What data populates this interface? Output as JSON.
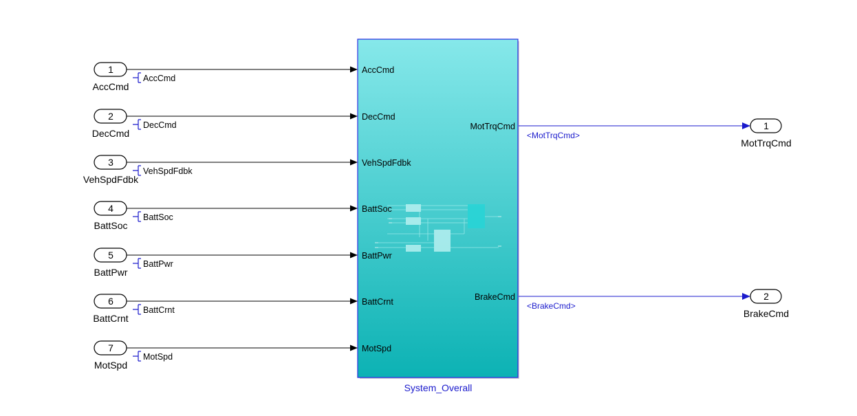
{
  "diagram": {
    "subsystem": {
      "name": "System_Overall",
      "fill_top": "#86e8ea",
      "fill_bottom": "#0cb2b4",
      "border": "#2a2ae0"
    },
    "inports": [
      {
        "number": "1",
        "name": "AccCmd",
        "signal": "AccCmd",
        "block_port": "AccCmd"
      },
      {
        "number": "2",
        "name": "DecCmd",
        "signal": "DecCmd",
        "block_port": "DecCmd"
      },
      {
        "number": "3",
        "name": "VehSpdFdbk",
        "signal": "VehSpdFdbk",
        "block_port": "VehSpdFdbk"
      },
      {
        "number": "4",
        "name": "BattSoc",
        "signal": "BattSoc",
        "block_port": "BattSoc"
      },
      {
        "number": "5",
        "name": "BattPwr",
        "signal": "BattPwr",
        "block_port": "BattPwr"
      },
      {
        "number": "6",
        "name": "BattCrnt",
        "signal": "BattCrnt",
        "block_port": "BattCrnt"
      },
      {
        "number": "7",
        "name": "MotSpd",
        "signal": "MotSpd",
        "block_port": "MotSpd"
      }
    ],
    "outports": [
      {
        "number": "1",
        "name": "MotTrqCmd",
        "block_port": "MotTrqCmd",
        "bus_label": "<MotTrqCmd>"
      },
      {
        "number": "2",
        "name": "BrakeCmd",
        "block_port": "BrakeCmd",
        "bus_label": "<BrakeCmd>"
      }
    ],
    "colors": {
      "line": "#000000",
      "bus_line": "#1a1acc",
      "tag_marker": "#1a1acc"
    }
  }
}
